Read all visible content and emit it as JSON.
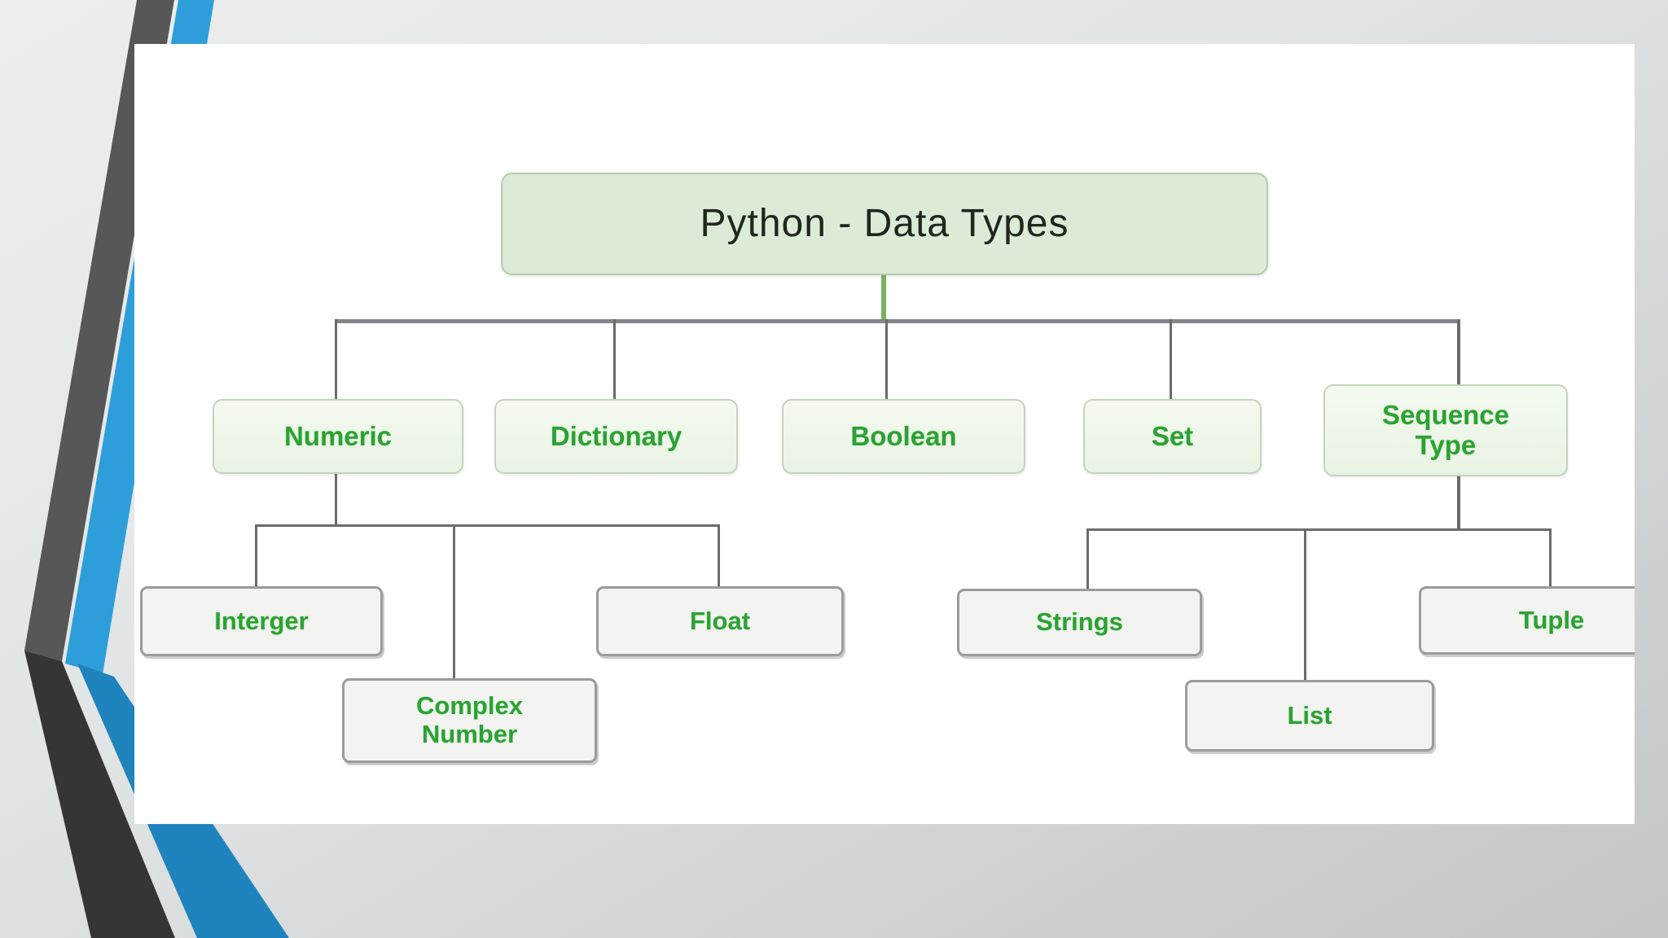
{
  "slide": {
    "type": "presentation-slide",
    "background_colors": {
      "top_left": "#eceeee",
      "bottom_right": "#c2c6c8"
    },
    "accent_stripes": {
      "dark_upper": "#575757",
      "dark_lower": "#353535",
      "blue_upper": "#2e9edb",
      "blue_lower": "#1f83bd"
    },
    "content_panel_color": "#ffffff"
  },
  "colors": {
    "node_text_green": "#2da134",
    "root_fill": "#dcebd5",
    "root_border": "#b6cbae",
    "root_text": "#20261f",
    "level1_fill": "#eef6ea",
    "level1_border": "#c3d4bc",
    "leaf_fill": "#f3f4f2",
    "leaf_border": "#9b9b9b",
    "connector_gray": "#6b6b6b",
    "connector_green": "#79b25f"
  },
  "diagram": {
    "title": "Python - Data Types",
    "level1": {
      "numeric": "Numeric",
      "dictionary": "Dictionary",
      "boolean": "Boolean",
      "set": "Set",
      "sequence": "Sequence Type"
    },
    "numeric_children": {
      "integer": "Interger",
      "complex": "Complex Number",
      "float": "Float"
    },
    "sequence_children": {
      "strings": "Strings",
      "list": "List",
      "tuple": "Tuple"
    },
    "tree": {
      "root": "Python - Data Types",
      "children": [
        {
          "label": "Numeric",
          "children": [
            "Interger",
            "Complex Number",
            "Float"
          ]
        },
        {
          "label": "Dictionary",
          "children": []
        },
        {
          "label": "Boolean",
          "children": []
        },
        {
          "label": "Set",
          "children": []
        },
        {
          "label": "Sequence Type",
          "children": [
            "Strings",
            "List",
            "Tuple"
          ]
        }
      ]
    }
  }
}
